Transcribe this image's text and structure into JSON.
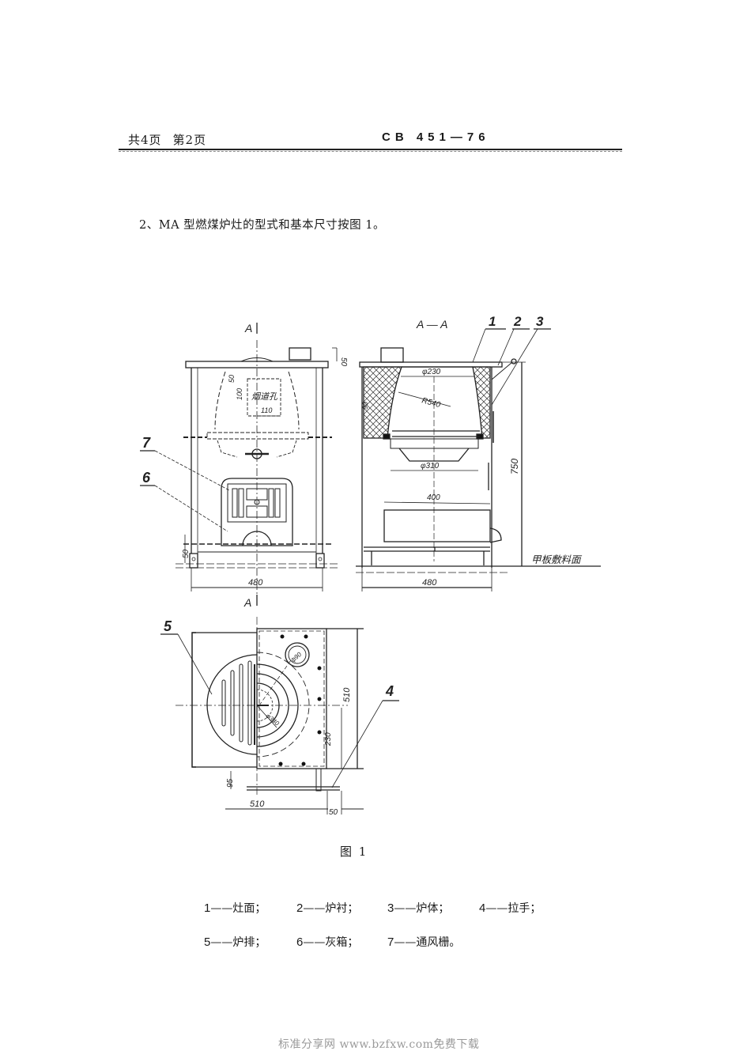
{
  "header": {
    "total_pages": "共4页",
    "page_no": "第2页",
    "standard_code": "CB 451—76"
  },
  "intro_text": "2、MA 型燃煤炉灶的型式和基本尺寸按图 1。",
  "figure": {
    "caption": "图 1",
    "section_marker": "A",
    "section_view_title": "A — A",
    "front_view": {
      "dims": {
        "top_vent_height": "50",
        "flue_offset": "50",
        "flue_height": "100",
        "flue_width": "110",
        "flue_label": "烟道孔",
        "base_height": "50",
        "width": "480"
      },
      "callouts": [
        "7",
        "6"
      ]
    },
    "section_view": {
      "dims": {
        "top_dia": "φ230",
        "radius": "R540",
        "lining_thickness": "90",
        "bottom_dia": "φ310",
        "ash_box": "400",
        "height": "750",
        "width": "480"
      },
      "floor_label": "甲板敷料面",
      "callouts": [
        "1",
        "2",
        "3"
      ]
    },
    "plan_view": {
      "dims": {
        "depth": "510",
        "center_offset": "230",
        "handle_offset": "95",
        "width": "510",
        "handle_len": "50",
        "hole_dia": "φ90",
        "grate_dia": "φ340"
      },
      "callouts": [
        "5",
        "4"
      ]
    }
  },
  "legend": {
    "row1": [
      {
        "num": "1",
        "label": "——灶面；"
      },
      {
        "num": "2",
        "label": "——炉衬；"
      },
      {
        "num": "3",
        "label": "——炉体；"
      },
      {
        "num": "4",
        "label": "——拉手；"
      }
    ],
    "row2": [
      {
        "num": "5",
        "label": "——炉排；"
      },
      {
        "num": "6",
        "label": "——灰箱；"
      },
      {
        "num": "7",
        "label": "——通风栅。"
      }
    ]
  },
  "footer": "标准分享网 www.bzfxw.com免费下载"
}
